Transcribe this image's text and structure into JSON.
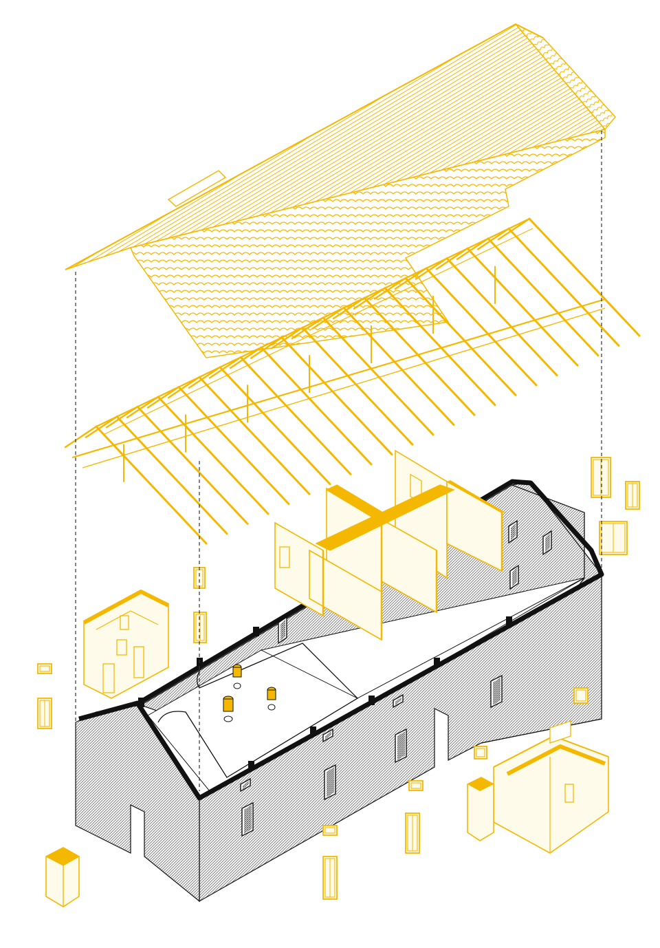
{
  "diagram": {
    "kind": "exploded-axonometric",
    "components": [
      "roof-tiles",
      "roof-truss-frame",
      "masonry-shell",
      "cross-partition-walls",
      "inserted-boxes",
      "window-frames",
      "columns",
      "alignment-guides"
    ]
  },
  "colors": {
    "accent": "#F5B800",
    "accent_fill": "#FFFBEA",
    "ink": "#111111",
    "hatch": "#8a8a8a",
    "background": "#FFFFFF"
  }
}
